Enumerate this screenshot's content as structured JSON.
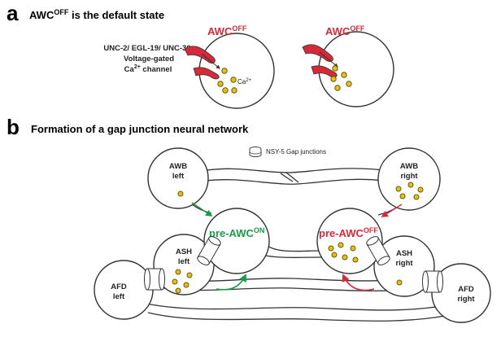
{
  "colors": {
    "red": "#d6293a",
    "green": "#1b9a48",
    "calcium": "#e2c11a",
    "outline": "#333333"
  },
  "panel_a": {
    "letter": "a",
    "title_pre": "AWC",
    "title_sup": "OFF",
    "title_post": " is the default state",
    "channel_line1": "UNC-2/ EGL-19/ UNC-36",
    "channel_line2": "Voltage-gated",
    "channel_line3_pre": "Ca",
    "channel_line3_sup": "2+",
    "channel_line3_post": " channel",
    "cell_label_pre": "AWC",
    "cell_label_sup": "OFF",
    "calcium_pre": "Ca",
    "calcium_sup": "2+"
  },
  "panel_b": {
    "letter": "b",
    "title": "Formation of a gap junction neural network",
    "legend": "NSY-5 Gap junctions",
    "awb_left": [
      "AWB",
      "left"
    ],
    "awb_right": [
      "AWB",
      "right"
    ],
    "ash_left": [
      "ASH",
      "left"
    ],
    "ash_right": [
      "ASH",
      "right"
    ],
    "afd_left": [
      "AFD",
      "left"
    ],
    "afd_right": [
      "AFD",
      "right"
    ],
    "pre_on_pre": "pre-AWC",
    "pre_on_sup": "ON",
    "pre_off_pre": "pre-AWC",
    "pre_off_sup": "OFF"
  }
}
